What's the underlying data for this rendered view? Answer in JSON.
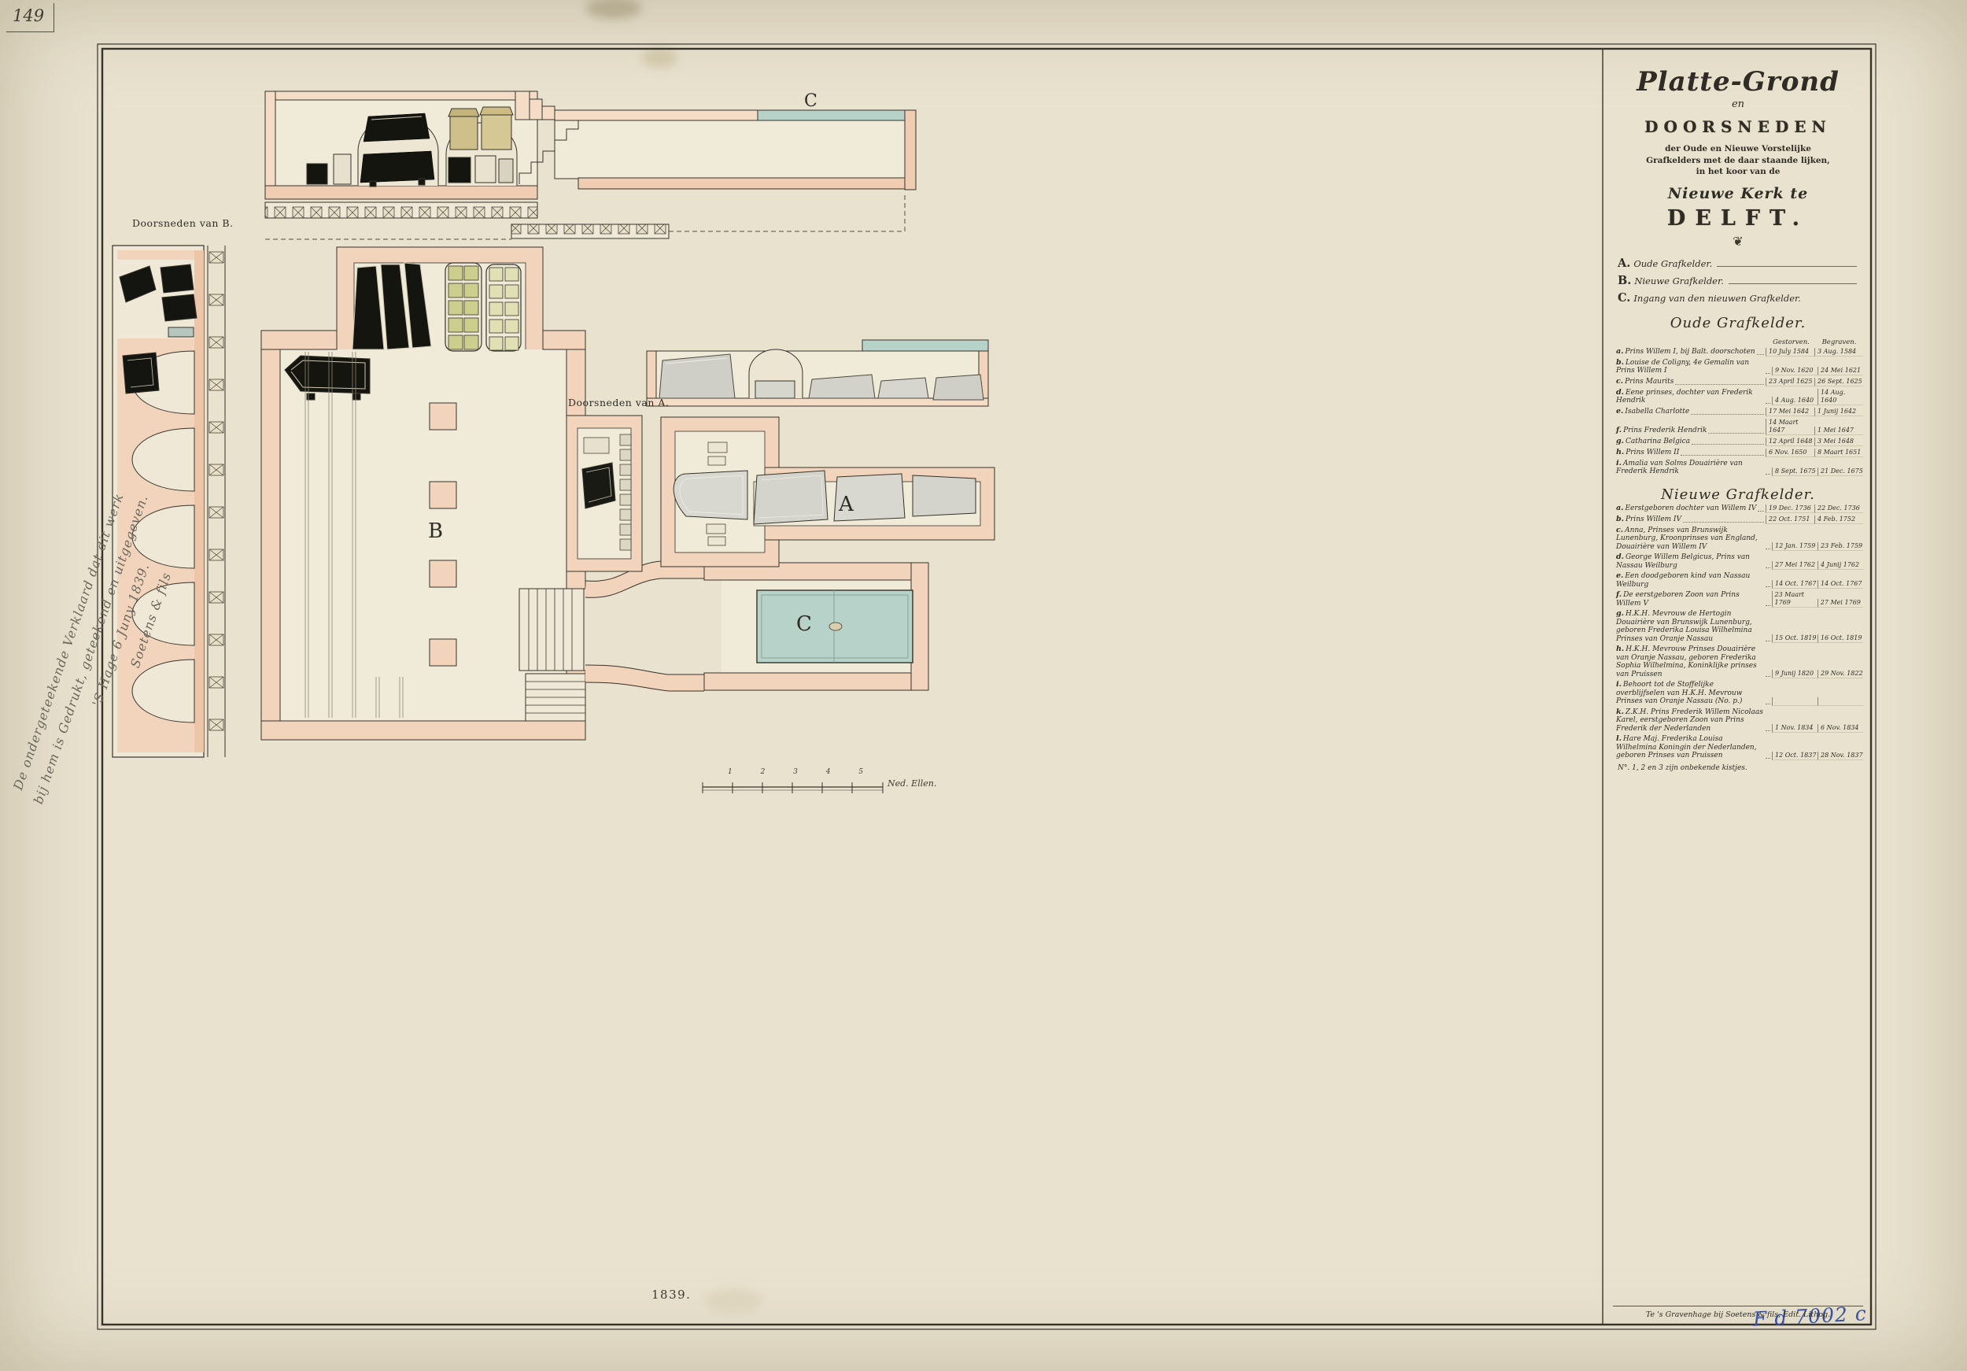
{
  "page": {
    "corner_number": "149",
    "inventory_number": "F d 7002 c",
    "year_mark": "1839."
  },
  "colors": {
    "wall_pink": "#f2d4bd",
    "wall_pink_dark": "#edc5a8",
    "slab_green": "#b7d2c9",
    "ink": "#35332a",
    "paper": "#e9e2cf",
    "handwriting_blue": "#3952a3"
  },
  "margin_note": {
    "lines": [
      "De ondergeteekende Verklaard dat dit werk",
      "bij hem is Gedrukt, geteekend en uitgegeven.",
      "'S Hage 6 Juny 1839.",
      "Soetens & fils"
    ]
  },
  "drawing_labels": {
    "section_b_label": "Doorsneden van B.",
    "section_a_label": "Doorsneden van A.",
    "plan_b_letter": "B",
    "plan_a_letter": "A",
    "entry_letter_plan": "C",
    "section_c_letter": "C",
    "scale_label": "Ned. Ellen.",
    "scale_ticks": [
      "1",
      "2",
      "3",
      "4",
      "5"
    ]
  },
  "title_block": {
    "title_line1": "Platte-Grond",
    "title_line2": "en",
    "title_line3": "DOORSNEDEN",
    "subtitle_lines": [
      "der Oude en Nieuwe Vorstelijke",
      "Grafkelders met de daar staande lijken,",
      "in het koor van de"
    ],
    "church_line": "Nieuwe Kerk te",
    "city_line": "DELFT.",
    "ornament_glyph": "❦",
    "legend": [
      {
        "letter": "A.",
        "text": "Oude Grafkelder."
      },
      {
        "letter": "B.",
        "text": "Nieuwe Grafkelder."
      },
      {
        "letter": "C.",
        "text": "Ingang van den nieuwen Grafkelder."
      }
    ],
    "old_vault": {
      "heading": "Oude Grafkelder.",
      "col_died": "Gestorven.",
      "col_buried": "Begraven.",
      "rows": [
        {
          "letter": "a.",
          "name": "Prins Willem I, bij Balt. doorschoten",
          "died": "10 July 1584",
          "buried": "3 Aug. 1584"
        },
        {
          "letter": "b.",
          "name": "Louise de Coligny, 4e Gemalin van Prins Willem I",
          "died": "9 Nov. 1620",
          "buried": "24 Mei 1621"
        },
        {
          "letter": "c.",
          "name": "Prins Maurits",
          "died": "23 April 1625",
          "buried": "26 Sept. 1625"
        },
        {
          "letter": "d.",
          "name": "Eene prinses, dochter van Frederik Hendrik",
          "died": "4 Aug. 1640",
          "buried": "14 Aug. 1640"
        },
        {
          "letter": "e.",
          "name": "Isabella Charlotte",
          "died": "17 Mei 1642",
          "buried": "1 Junij 1642"
        },
        {
          "letter": "f.",
          "name": "Prins Frederik Hendrik",
          "died": "14 Maart 1647",
          "buried": "1 Mei 1647"
        },
        {
          "letter": "g.",
          "name": "Catharina Belgica",
          "died": "12 April 1648",
          "buried": "3 Mei 1648"
        },
        {
          "letter": "h.",
          "name": "Prins Willem II",
          "died": "6 Nov. 1650",
          "buried": "8 Maart 1651"
        },
        {
          "letter": "i.",
          "name": "Amalia van Solms Douairière van Frederik Hendrik",
          "died": "8 Sept. 1675",
          "buried": "21 Dec. 1675"
        }
      ]
    },
    "new_vault": {
      "heading": "Nieuwe Grafkelder.",
      "rows": [
        {
          "letter": "a.",
          "name": "Eerstgeboren dochter van Willem IV",
          "died": "19 Dec. 1736",
          "buried": "22 Dec. 1736"
        },
        {
          "letter": "b.",
          "name": "Prins Willem IV",
          "died": "22 Oct. 1751",
          "buried": "4 Feb. 1752"
        },
        {
          "letter": "c.",
          "name": "Anna, Prinses van Brunswijk Lunenburg, Kroonprinses van England, Douairière van Willem IV",
          "died": "12 Jan. 1759",
          "buried": "23 Feb. 1759"
        },
        {
          "letter": "d.",
          "name": "George Willem Belgicus, Prins van Nassau Weilburg",
          "died": "27 Mei 1762",
          "buried": "4 Junij 1762"
        },
        {
          "letter": "e.",
          "name": "Een doodgeboren kind van Nassau Weilburg",
          "died": "14 Oct. 1767",
          "buried": "14 Oct. 1767"
        },
        {
          "letter": "f.",
          "name": "De eerstgeboren Zoon van Prins Willem V",
          "died": "23 Maart 1769",
          "buried": "27 Mei 1769"
        },
        {
          "letter": "g.",
          "name": "H.K.H. Mevrouw de Hertogin Douairière van Brunswijk Lunenburg, geboren Frederika Louisa Wilhelmina Prinses van Oranje Nassau",
          "died": "15 Oct. 1819",
          "buried": "16 Oct. 1819"
        },
        {
          "letter": "h.",
          "name": "H.K.H. Mevrouw Prinses Douairière van Oranje Nassau, geboren Frederika Sophia Wilhelmina, Koninklijke prinses van Pruissen",
          "died": "9 Junij 1820",
          "buried": "29 Nov. 1822"
        },
        {
          "letter": "i.",
          "name": "Behoort tot de Stoffelijke overblijfselen van H.K.H. Mevrouw Prinses van Oranje Nassau (No. p.)",
          "died": "",
          "buried": ""
        },
        {
          "letter": "k.",
          "name": "Z.K.H. Prins Frederik Willem Nicolaas Karel, eerstgeboren Zoon van Prins Frederik der Nederlanden",
          "died": "1 Nov. 1834",
          "buried": "6 Nov. 1834"
        },
        {
          "letter": "l.",
          "name": "Hare Maj. Frederika Louisa Wilhelmina Koningin der Nederlanden, geboren Prinses van Pruissen",
          "died": "12 Oct. 1837",
          "buried": "28 Nov. 1837"
        }
      ],
      "footnote": "N°. 1, 2 en 3 zijn onbekende kistjes."
    },
    "publisher": "Te 's Gravenhage bij Soetens & fils, Edit. Lithog."
  }
}
